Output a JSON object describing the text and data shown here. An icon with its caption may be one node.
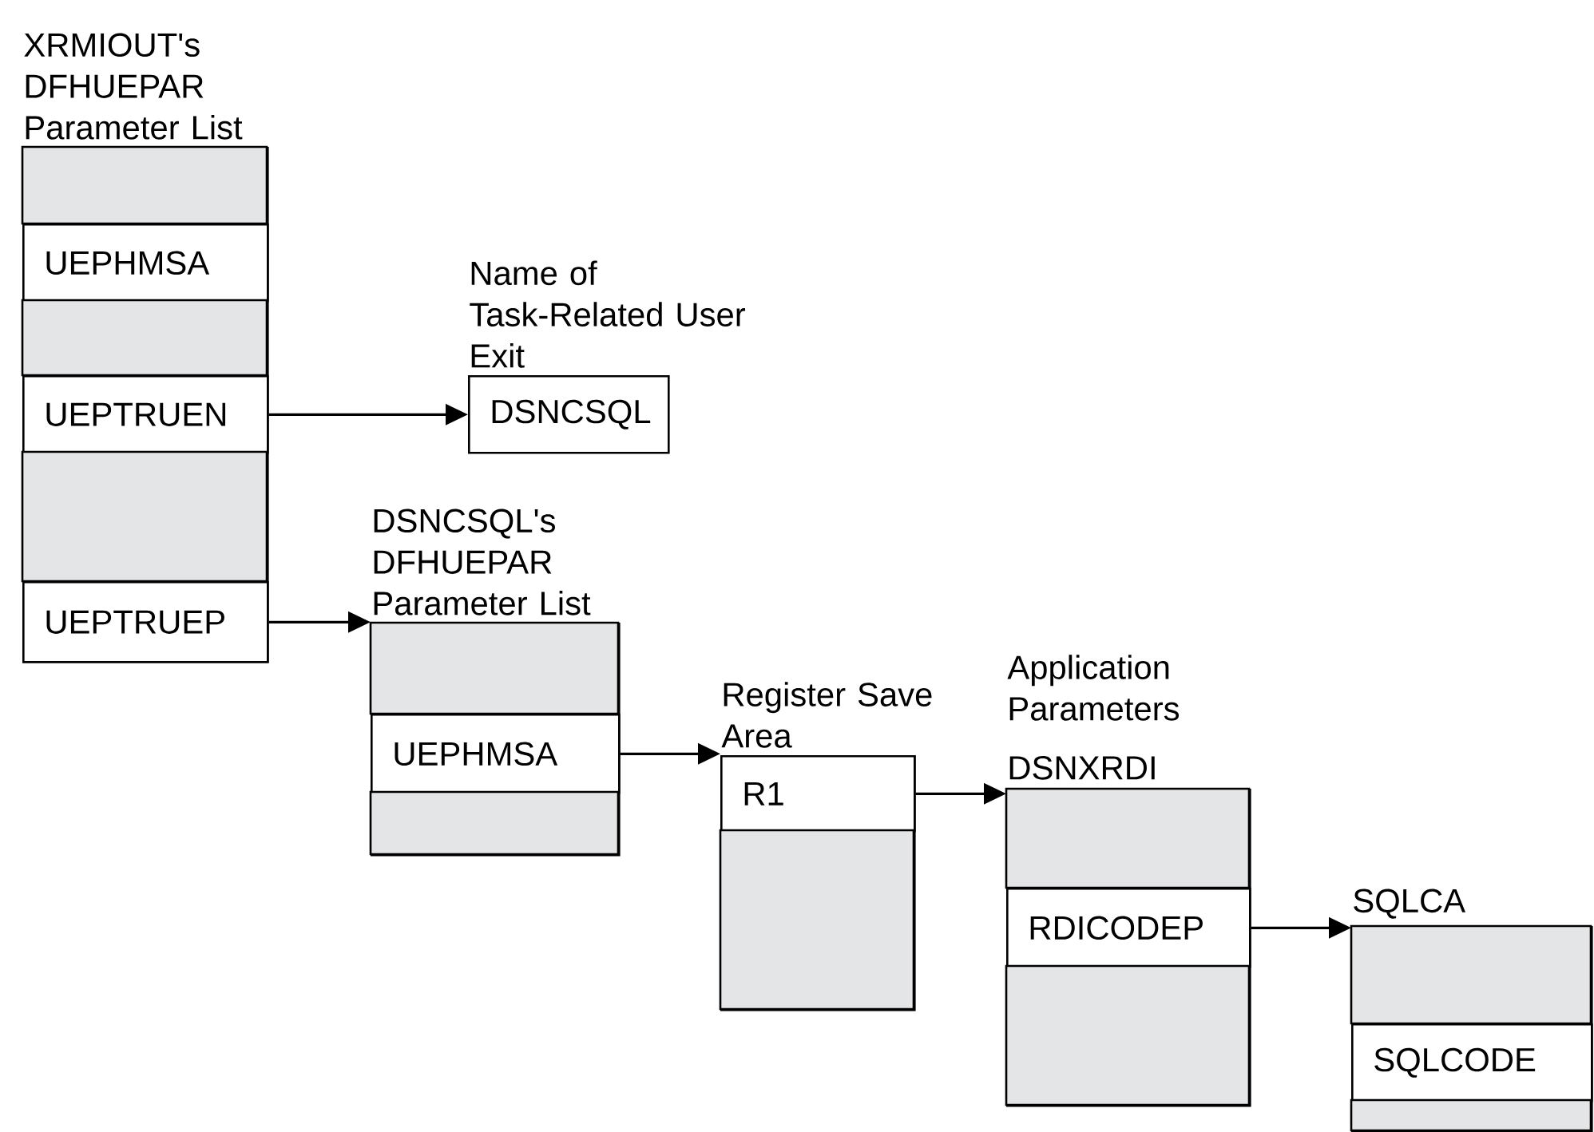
{
  "diagram": {
    "nodes": [
      {
        "text": [
          "XRMIOUT's DFHUEPAR Parameter List"
        ]
      },
      {
        "text": [],
        "shape": "box",
        "in": 0
      },
      {
        "text": [
          "UEPHMSA"
        ],
        "in": 0
      },
      {
        "text": [],
        "shape": "box",
        "in": 0
      },
      {
        "text": [
          "UEPTRUEN"
        ],
        "in": 0
      },
      {
        "text": [],
        "shape": "box",
        "in": 0
      },
      {
        "text": [
          "UEPTRUEP"
        ],
        "in": 0
      },
      {
        "text": [
          "Name of Task-Related User Exit",
          "DSNCSQL"
        ]
      },
      {
        "text": [
          "DSNCSQL's DFHUEPAR Parameter List"
        ]
      },
      {
        "text": [],
        "shape": "box",
        "in": 8
      },
      {
        "text": [
          "UEPHMSA"
        ],
        "in": 8
      },
      {
        "text": [],
        "shape": "box",
        "in": 8
      },
      {
        "text": [
          "Register Save Area"
        ]
      },
      {
        "text": [
          "R1"
        ],
        "in": 12
      },
      {
        "text": [],
        "shape": "box",
        "in": 12
      },
      {
        "text": [
          "Application Parameters",
          "DSNXRDI"
        ]
      },
      {
        "text": [],
        "shape": "box",
        "in": 15
      },
      {
        "text": [
          "RDICODEP"
        ],
        "in": 15
      },
      {
        "text": [],
        "shape": "box",
        "in": 15
      },
      {
        "text": [
          "SQLCA"
        ]
      },
      {
        "text": [],
        "shape": "box",
        "in": 19
      },
      {
        "text": [
          "SQLCODE"
        ],
        "in": 19
      },
      {
        "text": [],
        "shape": "box",
        "in": 19
      }
    ],
    "edges": [
      {
        "from": 4,
        "to": 7,
        "arrow": "to"
      },
      {
        "from": 6,
        "to": 8,
        "arrow": "to"
      },
      {
        "from": 10,
        "to": 12,
        "arrow": "to"
      },
      {
        "from": 13,
        "to": 15,
        "arrow": "to"
      },
      {
        "from": 17,
        "to": 19,
        "arrow": "to"
      }
    ]
  }
}
